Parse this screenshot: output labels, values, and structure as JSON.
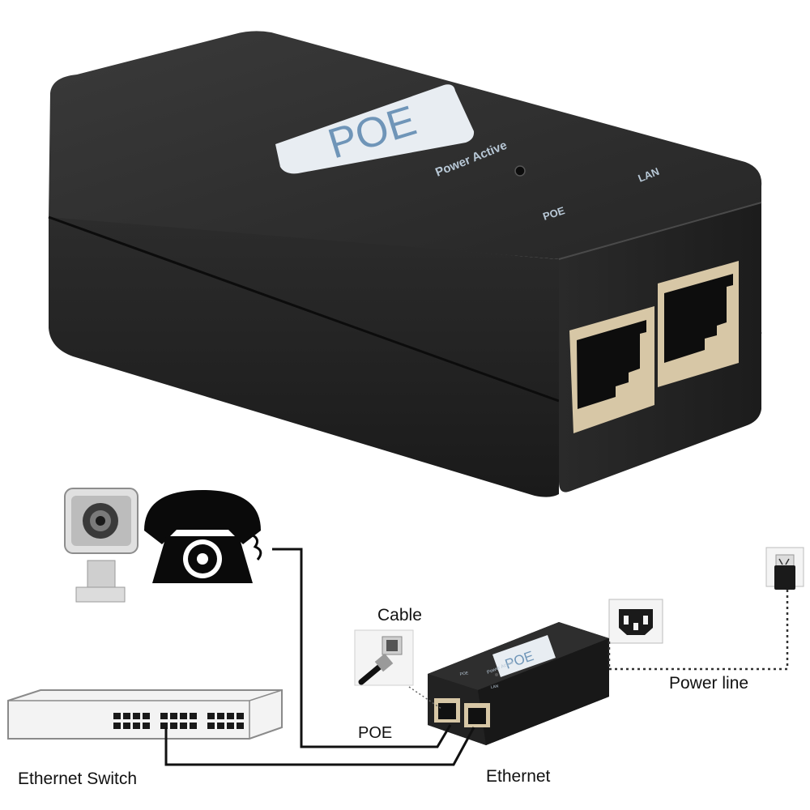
{
  "product": {
    "badge": "POE",
    "status_label": "Power Active",
    "port_poe_label": "POE",
    "port_lan_label": "LAN"
  },
  "diagram": {
    "cable_label": "Cable",
    "power_line_label": "Power line",
    "poe_line_label": "POE",
    "ethernet_label": "Ethernet",
    "switch_label": "Ethernet Switch",
    "mini_badge": "POE",
    "mini_status_label": "Power Active",
    "mini_poe_label": "POE",
    "mini_lan_label": "LAN"
  },
  "colors": {
    "body": "#2a2a2a",
    "body_dark": "#141414",
    "badge_bg": "#e8edf2",
    "badge_text": "#6f95b8",
    "print": "#b8c8d6",
    "port_metal": "#d7c7a6",
    "wire": "#111111"
  },
  "icons": [
    "camera-icon",
    "telephone-icon",
    "wall-socket-icon",
    "iec-inlet-icon",
    "rj45-plug-icon",
    "ethernet-switch-icon"
  ]
}
